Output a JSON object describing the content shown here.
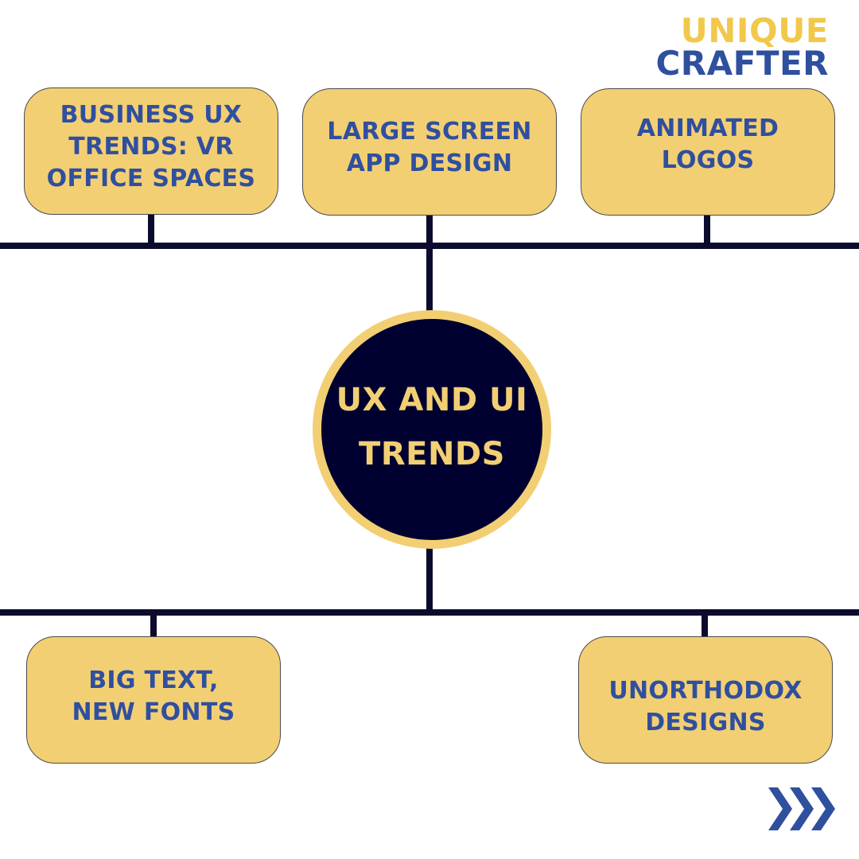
{
  "brand": {
    "line1": "UNIQUE",
    "line2": "CRAFTER"
  },
  "center": {
    "label": "UX AND UI\nTRENDS"
  },
  "top_nodes": [
    {
      "label": "BUSINESS UX\nTRENDS: VR\nOFFICE SPACES"
    },
    {
      "label": "LARGE SCREEN\nAPP DESIGN"
    },
    {
      "label": "ANIMATED\nLOGOS"
    }
  ],
  "bottom_nodes": [
    {
      "label": "BIG TEXT,\nNEW FONTS"
    },
    {
      "label": "UNORTHODOX\nDESIGNS"
    }
  ],
  "icons": {
    "next": "chevrons-right-icon"
  },
  "colors": {
    "box_fill": "#f3cf74",
    "text_blue": "#2f4f9f",
    "line_navy": "#0b0b2e",
    "circle_fill": "#000030",
    "logo_yellow": "#f2c84b"
  }
}
